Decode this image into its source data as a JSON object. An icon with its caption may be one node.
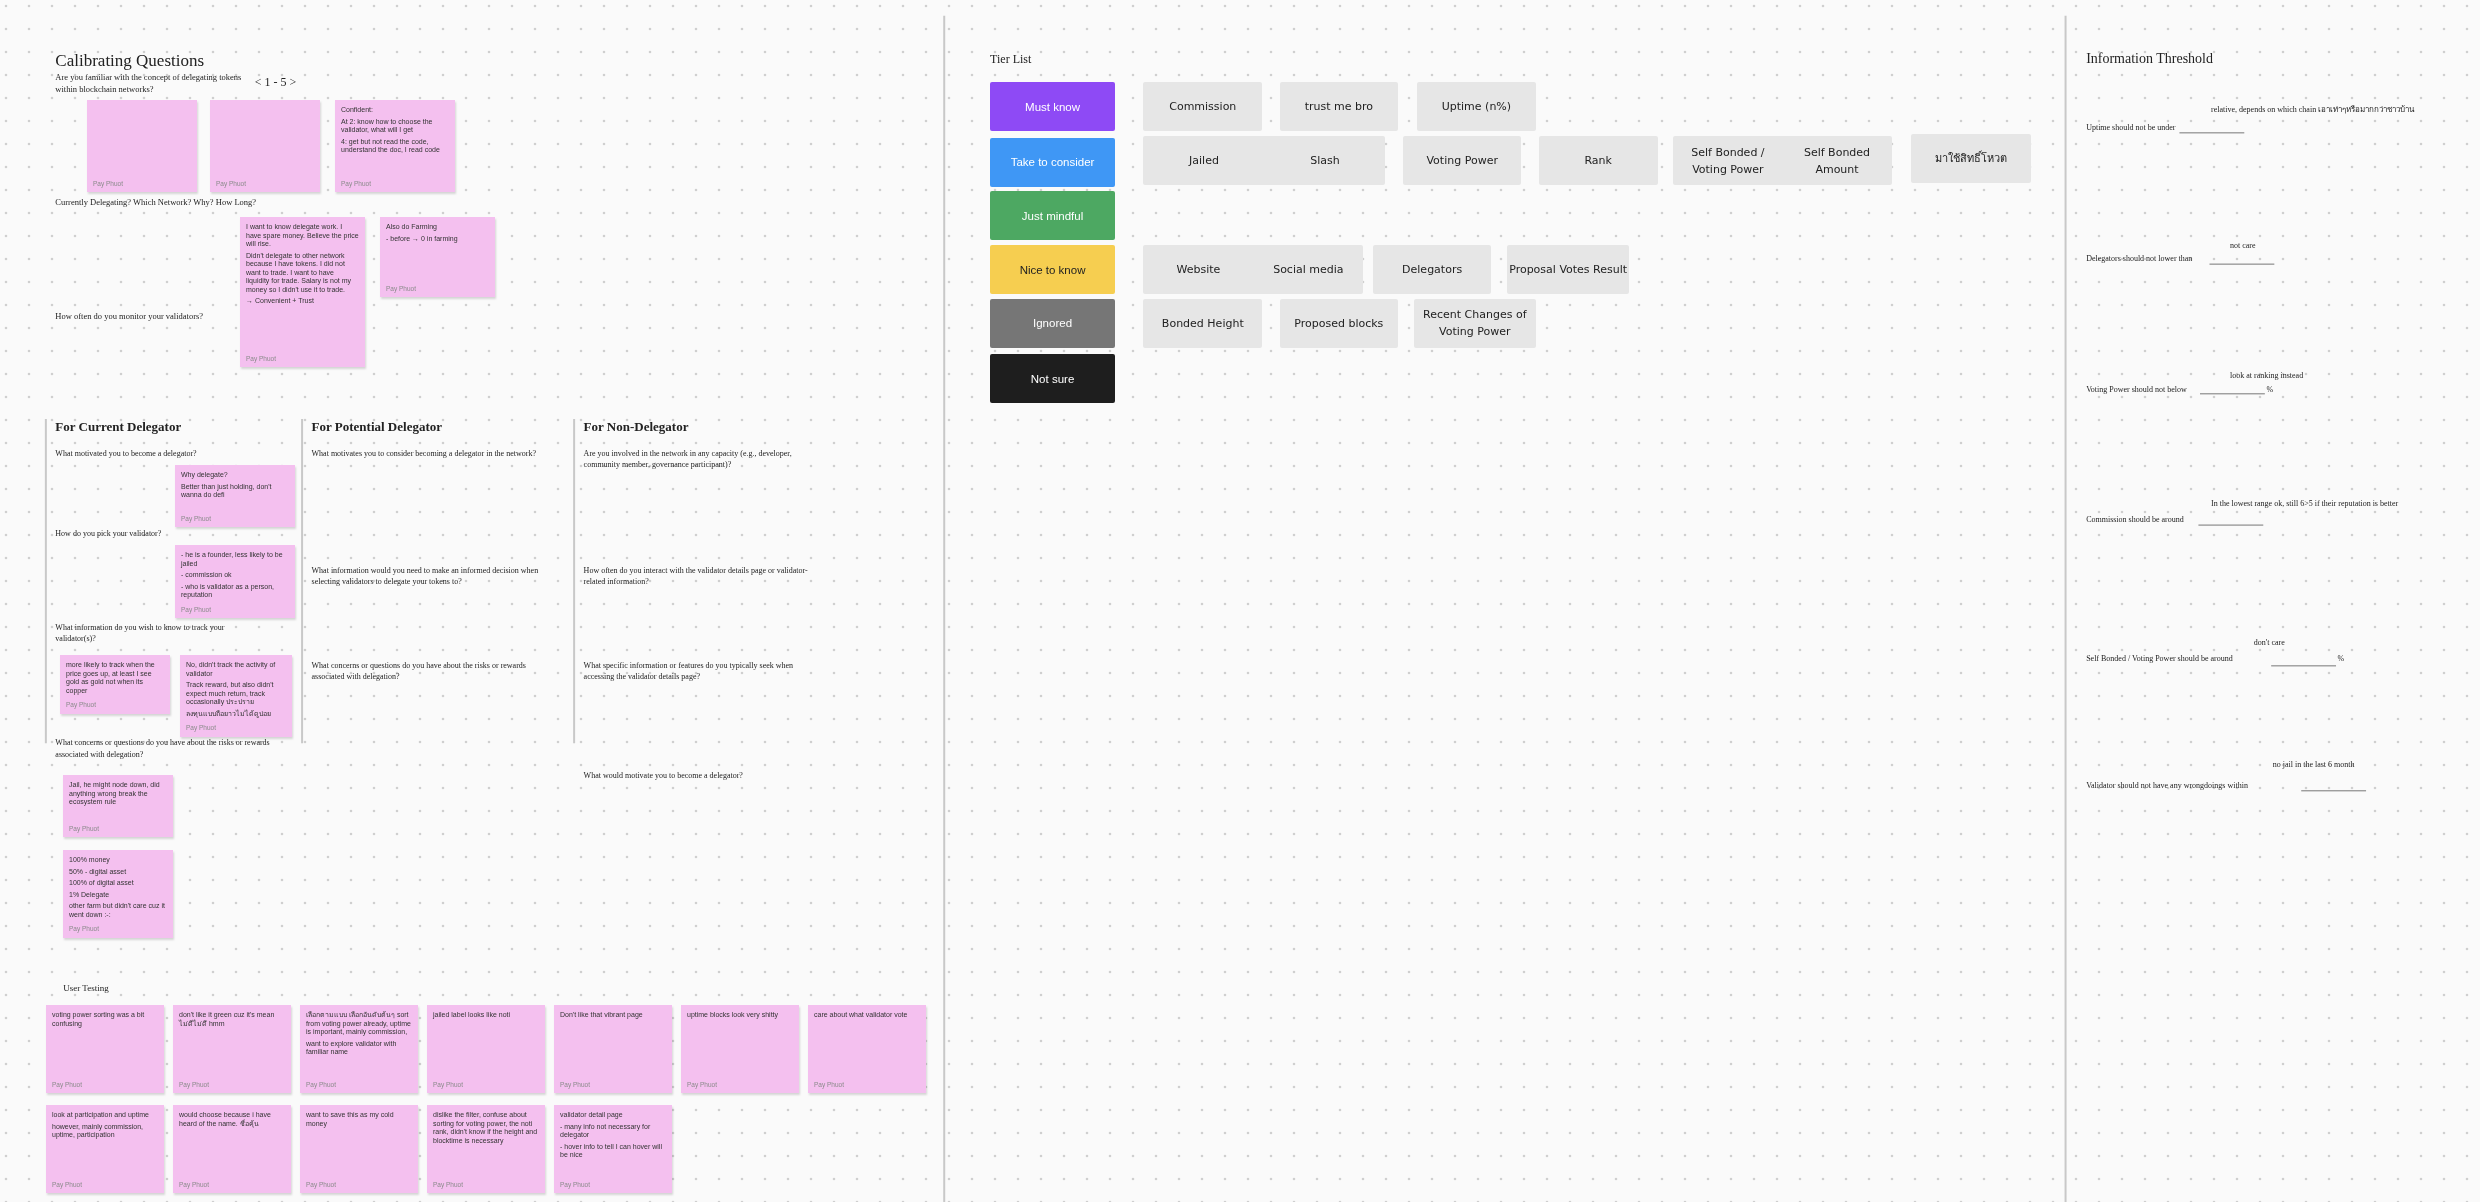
{
  "diagram": {
    "nodes": [
      {
        "text": [
          "Pay Phuot"
        ]
      },
      {
        "text": [
          "Pay Phuot"
        ]
      },
      {
        "text": [
          "Confident:",
          "At 2: know how to choose the validator, what will I get",
          "4: get but not read the code, understand the doc, I read code",
          "Pay Phuot"
        ]
      },
      {
        "text": [
          "I want to know delegate work. I have spare money. Believe the price will rise.",
          "Didn't delegate to other network because I have tokens. I did not want to trade. I want to have liquidity for trade. Salary is not my money so I didn't use it to trade.",
          "→ Convenient + Trust",
          "Pay Phuot"
        ]
      },
      {
        "text": [
          "Also do Farming",
          "- before → 0 in farming",
          "Pay Phuot"
        ]
      },
      {
        "text": [
          "Why delegate?",
          "Better than just holding, don't wanna do defi",
          "Pay Phuot"
        ]
      },
      {
        "text": [
          "- he is a founder, less likely to be jailed",
          "- commission ok",
          "- who is validator as a person, reputation",
          "Pay Phuot"
        ]
      },
      {
        "text": [
          "more likely to track when the price goes up, at least I see gold as gold not when its copper",
          "Pay Phuot"
        ]
      },
      {
        "text": [
          "No, didn't track the activity of validator",
          "Track reward, but also didn't expect much return, track occasionally ประปราย",
          "ลงทุนแบบถือยาวไม่ได้ดูบ่อย",
          "Pay Phuot"
        ]
      },
      {
        "text": [
          "Jail, he might node down, did anything wrong break the ecosystem rule",
          "Pay Phuot"
        ]
      },
      {
        "text": [
          "100% money",
          "50% - digital asset",
          "100% of digital asset",
          "1% Delegate",
          "other farm but didn't care cuz it went down :-:",
          "Pay Phuot"
        ]
      },
      {
        "text": [
          "voting power sorting was a bit confusing",
          "Pay Phuot"
        ]
      },
      {
        "text": [
          "don't like it green cuz it's mean ไม่ดีไม่ดี hmm",
          "Pay Phuot"
        ]
      },
      {
        "text": [
          "เลือกตามแบบ เลือกอันดับต้นๆ sort from voting power already, uptime is important, mainly commission,",
          "want to explore validator with familiar name",
          "Pay Phuot"
        ]
      },
      {
        "text": [
          "jailed label looks like noti",
          "Pay Phuot"
        ]
      },
      {
        "text": [
          "Don't like that vibrant page",
          "Pay Phuot"
        ]
      },
      {
        "text": [
          "uptime blocks look very shitty",
          "Pay Phuot"
        ]
      },
      {
        "text": [
          "care about what validator vote",
          "Pay Phuot"
        ]
      },
      {
        "text": [
          "look at participation and uptime",
          "however, mainly commission, uptime, participation",
          "Pay Phuot"
        ]
      },
      {
        "text": [
          "would choose because i have heard of the name. ชื่อคุ้น",
          "Pay Phuot"
        ]
      },
      {
        "text": [
          "want to save this as my cold money",
          "Pay Phuot"
        ]
      },
      {
        "text": [
          "dislike the filter, confuse about sorting for voting power, the noti rank, didn't know if the height and blocktime is necessary",
          "Pay Phuot"
        ]
      },
      {
        "text": [
          "validator detail page",
          "- many info not necessary for delegator",
          "- hover info to tell I can hover will be nice",
          "Pay Phuot"
        ]
      },
      {
        "text": [
          "Must know"
        ]
      },
      {
        "text": [
          "Take to consider"
        ]
      },
      {
        "text": [
          "Just mindful"
        ]
      },
      {
        "text": [
          "Nice to know"
        ]
      },
      {
        "text": [
          "Ignored"
        ]
      },
      {
        "text": [
          "Not sure"
        ]
      },
      {
        "text": [
          "Commission"
        ]
      },
      {
        "text": [
          "trust me bro"
        ]
      },
      {
        "text": [
          "Uptime (n%)"
        ]
      },
      {
        "text": [
          "Jailed",
          "Slash"
        ]
      },
      {
        "text": [
          "Voting Power"
        ]
      },
      {
        "text": [
          "Rank"
        ]
      },
      {
        "text": [
          "Self Bonded / Voting Power",
          "Self Bonded Amount"
        ]
      },
      {
        "text": [
          "มาใช้สิทธิ์โหวต"
        ]
      },
      {
        "text": [
          "Website",
          "Social media"
        ]
      },
      {
        "text": [
          "Delegators"
        ]
      },
      {
        "text": [
          "Proposal Votes Result"
        ]
      },
      {
        "text": [
          "Bonded Height"
        ]
      },
      {
        "text": [
          "Proposed blocks"
        ]
      },
      {
        "text": [
          "Recent Changes of Voting Power"
        ]
      }
    ],
    "labels": [
      "Calibrating Questions",
      "Are you familiar with the concept of delegating tokens within blockchain networks?",
      "< 1 - 5 >",
      "Currently Delegating? Which Network? Why? How Long?",
      "How often do you monitor your validators?",
      "For Current Delegator",
      "What motivated you to become a delegator?",
      "How do you pick your validator?",
      "What information do you wish to know to track your validator(s)?",
      "What concerns or questions do you have about the risks or rewards associated with delegation?",
      "For Potential Delegator",
      "What motivates you to consider becoming a delegator in the network?",
      "What information would you need to make an informed decision when selecting validators to delegate your tokens to?",
      "What concerns or questions do you have about the risks or rewards associated with delegation?",
      "For Non-Delegator",
      "Are you involved in the network in any capacity (e.g., developer, community member, governance participant)?",
      "How often do you interact with the validator details page or validator-related information?",
      "What specific information or features do you typically seek when accessing the validator details page?",
      "What would motivate you to become a delegator?",
      "User Testing",
      "Tier List",
      "Information Threshold",
      "relative, depends on which chain เอาเท่าๆหรือมากกว่าชาวบ้าน",
      "Uptime should not be under",
      "not care",
      "Delegators should not lower than",
      "look at ranking instead",
      "Voting Power should not below",
      "%",
      "In the lowest range ok, still 6>5 if their reputation is better",
      "Commission should be around",
      "don't care",
      "Self Bonded / Voting Power should be around",
      "%",
      "no jail in the last 6 month",
      "Validator should not have any wrongdoings within"
    ]
  }
}
